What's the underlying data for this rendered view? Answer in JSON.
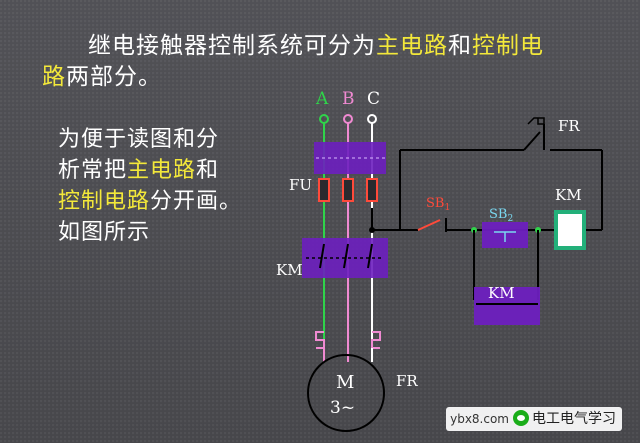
{
  "heading": {
    "line1_a": "继电接触器控制系统可分为",
    "line1_b": "主电路",
    "line1_c": "和",
    "line1_d": "控制电",
    "line2_a": "路",
    "line2_b": "两部分。"
  },
  "note": {
    "l1": "为便于读图和分",
    "l2_a": "析常把",
    "l2_b": "主电路",
    "l2_c": "和",
    "l3_a": "控制电路",
    "l3_b": "分开画。",
    "l4": "如图所示"
  },
  "diagram": {
    "phase_a": "A",
    "phase_b": "B",
    "phase_c": "C",
    "fu_label": "FU",
    "km_main_label": "KM",
    "motor_m": "M",
    "motor_phase": "3~",
    "fr_motor_label": "FR",
    "fr_contact_label": "FR",
    "sb1_label": "SB",
    "sb1_sub": "1",
    "sb2_label": "SB",
    "sb2_sub": "2",
    "km_coil_label": "KM",
    "km_aux_label": "KM"
  },
  "watermark": {
    "site": "ybx8.com",
    "account": "电工电气学习"
  },
  "colors": {
    "background": "#4b4b50",
    "highlight_text": "#f3e83a",
    "phase_a": "#2fd44a",
    "phase_b": "#f08ad2",
    "phase_c": "#ffffff",
    "component_fill": "#6d1fbf",
    "fuse": "#ff4a3a",
    "coil": "#23b07a",
    "wire": "#000000"
  }
}
